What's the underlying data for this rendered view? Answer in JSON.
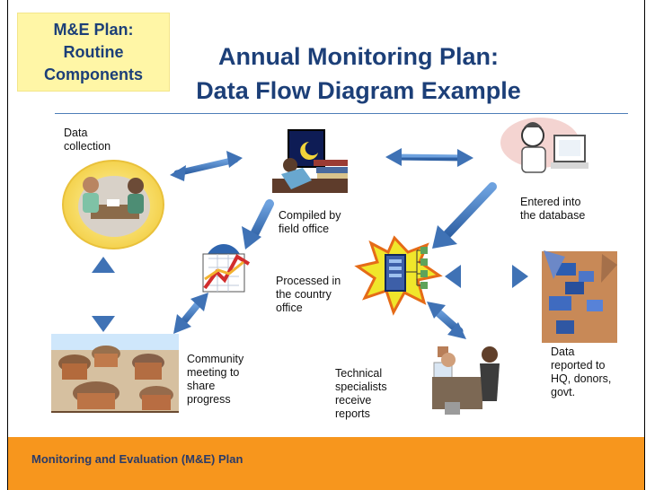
{
  "badge": {
    "line1": "M&E Plan:",
    "line2": "Routine",
    "line3": "Components"
  },
  "title": {
    "line1": "Annual Monitoring Plan:",
    "line2": "Data Flow Diagram Example"
  },
  "nodes": {
    "data_collection": [
      "Data",
      "collection"
    ],
    "compiled": [
      "Compiled by",
      "field office"
    ],
    "entered": [
      "Entered into",
      "the database"
    ],
    "processed": [
      "Processed in",
      "the country",
      "office"
    ],
    "community": [
      "Community",
      "meeting to",
      "share",
      "progress"
    ],
    "technical": [
      "Technical",
      "specialists",
      "receive",
      "reports"
    ],
    "reported": [
      "Data",
      "reported to",
      "HQ, donors,",
      "govt."
    ]
  },
  "footer": {
    "text": "Monitoring and Evaluation (M&E) Plan"
  },
  "colors": {
    "title": "#1c3f78",
    "badge_bg": "#fff6a6",
    "footer_bg": "#f7961d",
    "arrow": "#3f72b5",
    "rule": "#4d7eb8"
  }
}
